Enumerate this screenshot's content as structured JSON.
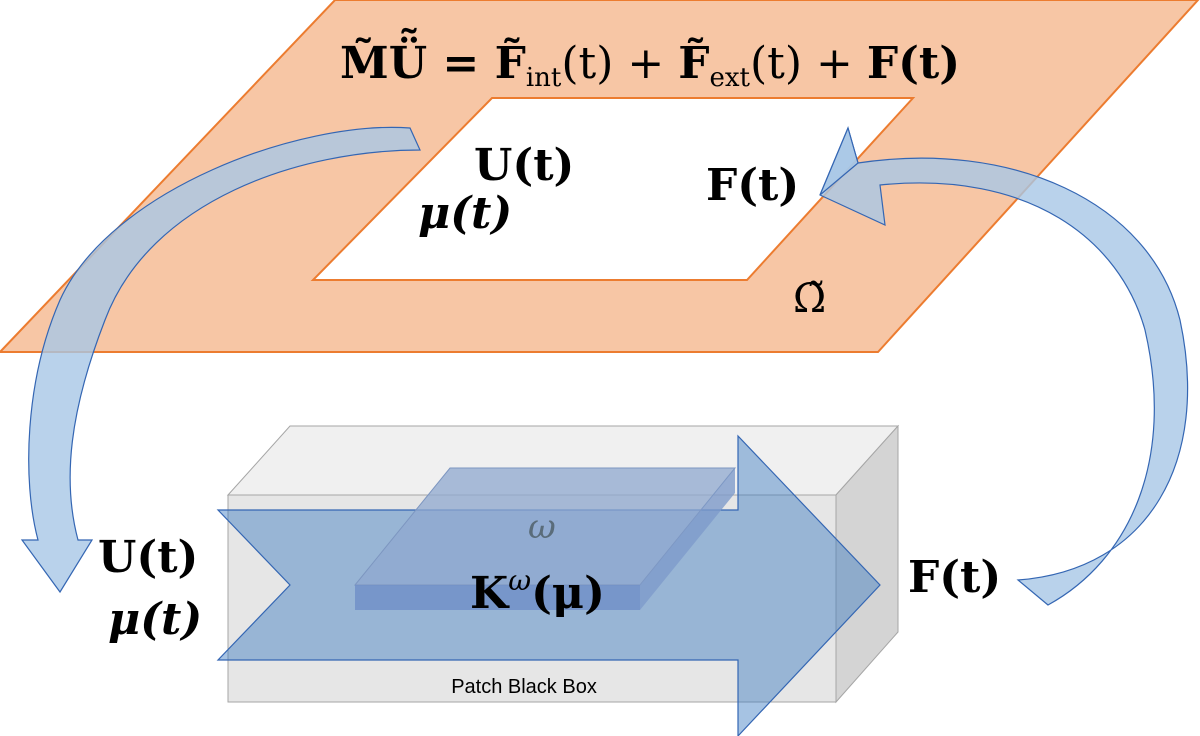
{
  "colors": {
    "plane_fill": "#f7c6a5",
    "plane_stroke": "#ec7c30",
    "box_fill": "#e6e6e6",
    "box_side": "#d4d4d4",
    "box_stroke": "#a6a6a6",
    "arrow_fill": "#a8c7e6",
    "arrow_stroke": "#3466b3",
    "patch_fill": "#3a7bc0",
    "text": "#000000"
  },
  "equation": {
    "lhs": "M̃Ü̃ = ",
    "term1": "F̃",
    "term1_sub": "int",
    "term1_arg": "(t) + ",
    "term2": "F̃",
    "term2_sub": "ext",
    "term2_arg": "(t) + ",
    "term3": "F(t)"
  },
  "plane": {
    "u_label": "U(t)",
    "mu_label": "μ(t)",
    "f_label": "F(t)",
    "domain_label": "Ω̃"
  },
  "box": {
    "caption": "Patch Black Box",
    "omega": "ω",
    "stiffness_base": "K",
    "stiffness_sup": "ω",
    "stiffness_arg": "(μ)",
    "u_label": "U(t)",
    "mu_label": "μ(t)",
    "f_label": "F(t)"
  }
}
